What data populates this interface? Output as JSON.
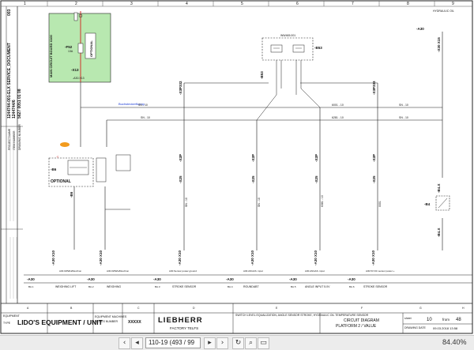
{
  "sheet": {
    "main_box_title": "MAIN CIRCUIT BOARD X100",
    "optional_small": "OPTIONAL",
    "optional_left": "OPTIONAL",
    "f_label": "-F52",
    "f_sub": "13A",
    "x13": "-X13",
    "a30": "-A30.X13",
    "left_doc_lines": [
      "1244744-001-ELX SERVICE_DOCUMENT",
      "1244744/6",
      "5627 0051 01 08"
    ],
    "doc_code": "003",
    "bus_label": "Buchsteckerfkomp.",
    "wires": [
      "SN - 10",
      "SN - 10",
      "SN - 10",
      "SN - 10",
      "SN - 10",
      "SN - 10"
    ],
    "wire_codes": [
      "6001 - 10",
      "6281 - 10",
      "6381 - 10",
      "0001"
    ],
    "top_conn": [
      "-X3P332",
      "-B53",
      "-X3P333",
      "-X30 X15"
    ],
    "valve_left": "WW465.001",
    "valve_right": "-B53",
    "mid_conn": [
      "-X2P",
      "-X2P",
      "-X2P",
      "-X2P"
    ],
    "mid_conn_low": [
      "-X25",
      "-X25",
      "-X25",
      "-X25"
    ],
    "b4x": "-B4.X",
    "b4": "-B4",
    "b4x_low": "-B4.X",
    "left_block": "-B6",
    "left_block2": "-B6",
    "bottom_conn": [
      "-A30 X10",
      "-A30 X10",
      "-A30 X10",
      "-A30 X10",
      "-A30 X10",
      "-A30 X10"
    ],
    "bottom_notes": [
      "A30.0WWH/Res/Con",
      "A30.0WWH/Res/Con",
      "A30.Sensor power ground",
      "A30.ANGAS. input",
      "A30.ANGAS. input",
      "A30.5V DC sensor power +"
    ],
    "a30_row": [
      "-A30",
      "-A30",
      "-A30",
      "-A30",
      "-A30",
      "-A30"
    ],
    "a30_sub": [
      "BA.1",
      "BA.2",
      "BA.3",
      "BA.4",
      "BA.5",
      "BA.6"
    ],
    "bottom_desc": [
      "WEIGHING LIFT",
      "WEIGHING",
      "STROKE SENSOR",
      "ROUNDABT",
      "ANGLE INPUT 5.0V",
      "STROKE SENSOR"
    ],
    "title_block": {
      "equipment_label": "EQUIPMENT",
      "type_label": "TYPE",
      "company": "LIDO'S EQUIPMENT / UNIT",
      "equipment_desc_1": "EQUIPMENT MACHINES",
      "equipment_desc_2": "SERIES NUMBER",
      "serial": "XXXXX",
      "brand": "LIEBHERR",
      "plant": "FACTORY TELFS",
      "desc_line": "SWITCH LEVEL EQUALIZATION, ANGLE SENSOR STROKE, HYDRAULIC OIL TEMPERATURE SENSOR",
      "diagram_title_1": "CIRCUIT DIAGRAM",
      "diagram_title_2": "PLATFORM 2 / VALUE",
      "sheet_label": "sheet",
      "sheet_no": "10",
      "from_label": "from",
      "from_no": "48",
      "drawing_date_label": "DRAWING DATE",
      "drawing_date": "09.03.2018 13:58",
      "rev_marks": [
        "A",
        "B",
        "C",
        "D",
        "E",
        "F",
        "G",
        "H"
      ]
    },
    "header_left": [
      "PROJECT NAME",
      "ITEM NUMBER",
      "DRAWING NUMBER"
    ],
    "hyd_label": "HYDRAULIC OIL",
    "top_right_a30": "-A30"
  },
  "viewer": {
    "page_input": "110-19 (493 / 99",
    "zoom": "84.40%"
  }
}
